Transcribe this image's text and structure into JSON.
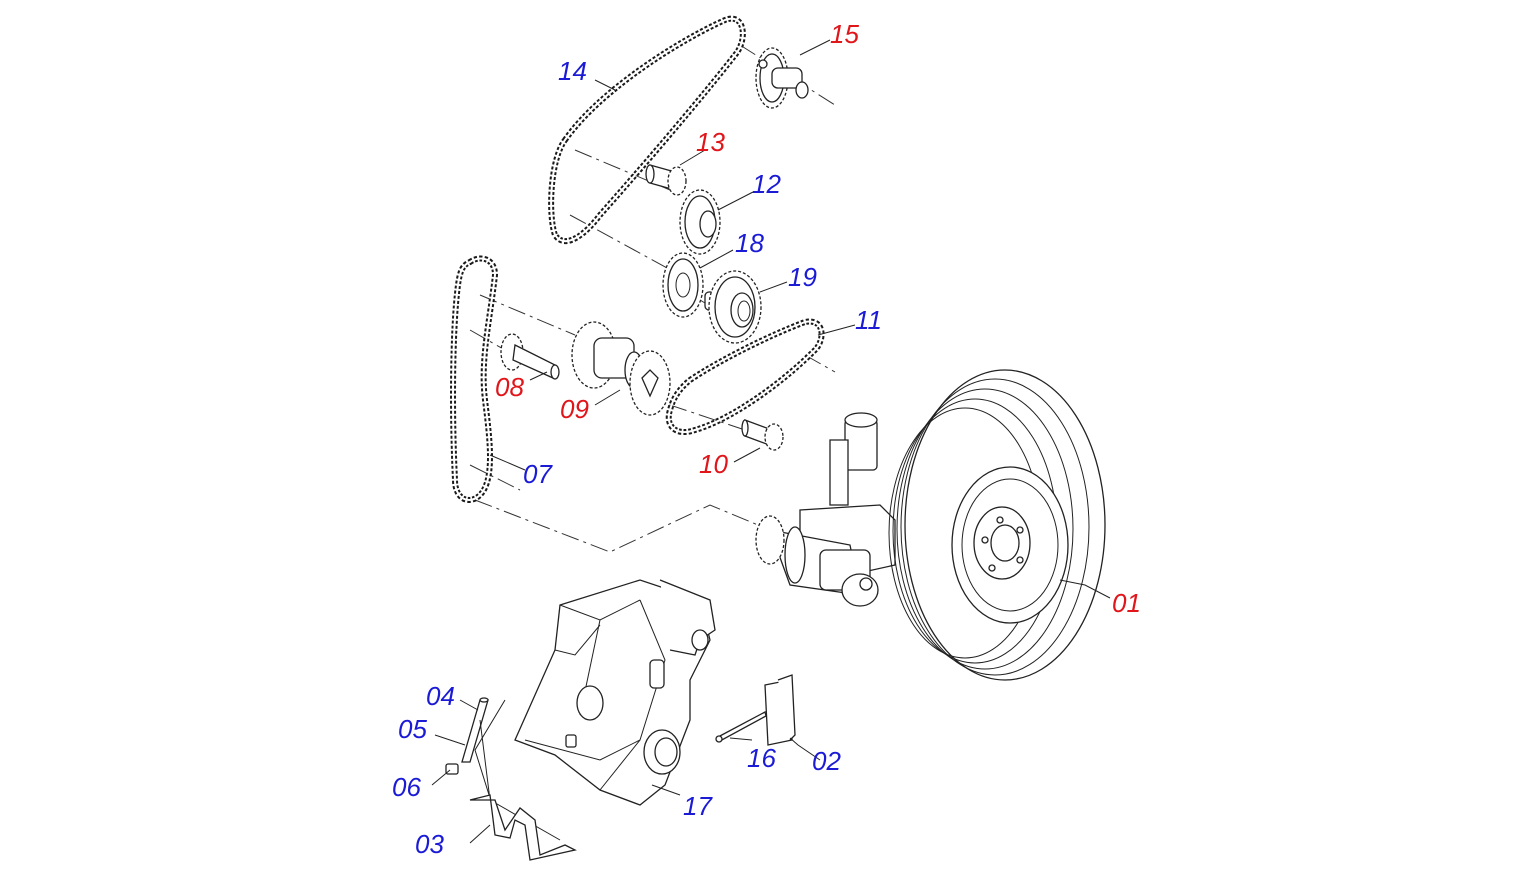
{
  "diagram": {
    "callouts": [
      {
        "id": "01",
        "label": "01",
        "color": "#e0161b"
      },
      {
        "id": "02",
        "label": "02",
        "color": "#1b1bd6"
      },
      {
        "id": "03",
        "label": "03",
        "color": "#1b1bd6"
      },
      {
        "id": "04",
        "label": "04",
        "color": "#1b1bd6"
      },
      {
        "id": "05",
        "label": "05",
        "color": "#1b1bd6"
      },
      {
        "id": "06",
        "label": "06",
        "color": "#1b1bd6"
      },
      {
        "id": "07",
        "label": "07",
        "color": "#1b1bd6"
      },
      {
        "id": "08",
        "label": "08",
        "color": "#e0161b"
      },
      {
        "id": "09",
        "label": "09",
        "color": "#e0161b"
      },
      {
        "id": "10",
        "label": "10",
        "color": "#e0161b"
      },
      {
        "id": "11",
        "label": "11",
        "color": "#1b1bd6"
      },
      {
        "id": "12",
        "label": "12",
        "color": "#1b1bd6"
      },
      {
        "id": "13",
        "label": "13",
        "color": "#e0161b"
      },
      {
        "id": "14",
        "label": "14",
        "color": "#1b1bd6"
      },
      {
        "id": "15",
        "label": "15",
        "color": "#e0161b"
      },
      {
        "id": "16",
        "label": "16",
        "color": "#1b1bd6"
      },
      {
        "id": "17",
        "label": "17",
        "color": "#1b1bd6"
      },
      {
        "id": "18",
        "label": "18",
        "color": "#1b1bd6"
      },
      {
        "id": "19",
        "label": "19",
        "color": "#1b1bd6"
      }
    ]
  }
}
